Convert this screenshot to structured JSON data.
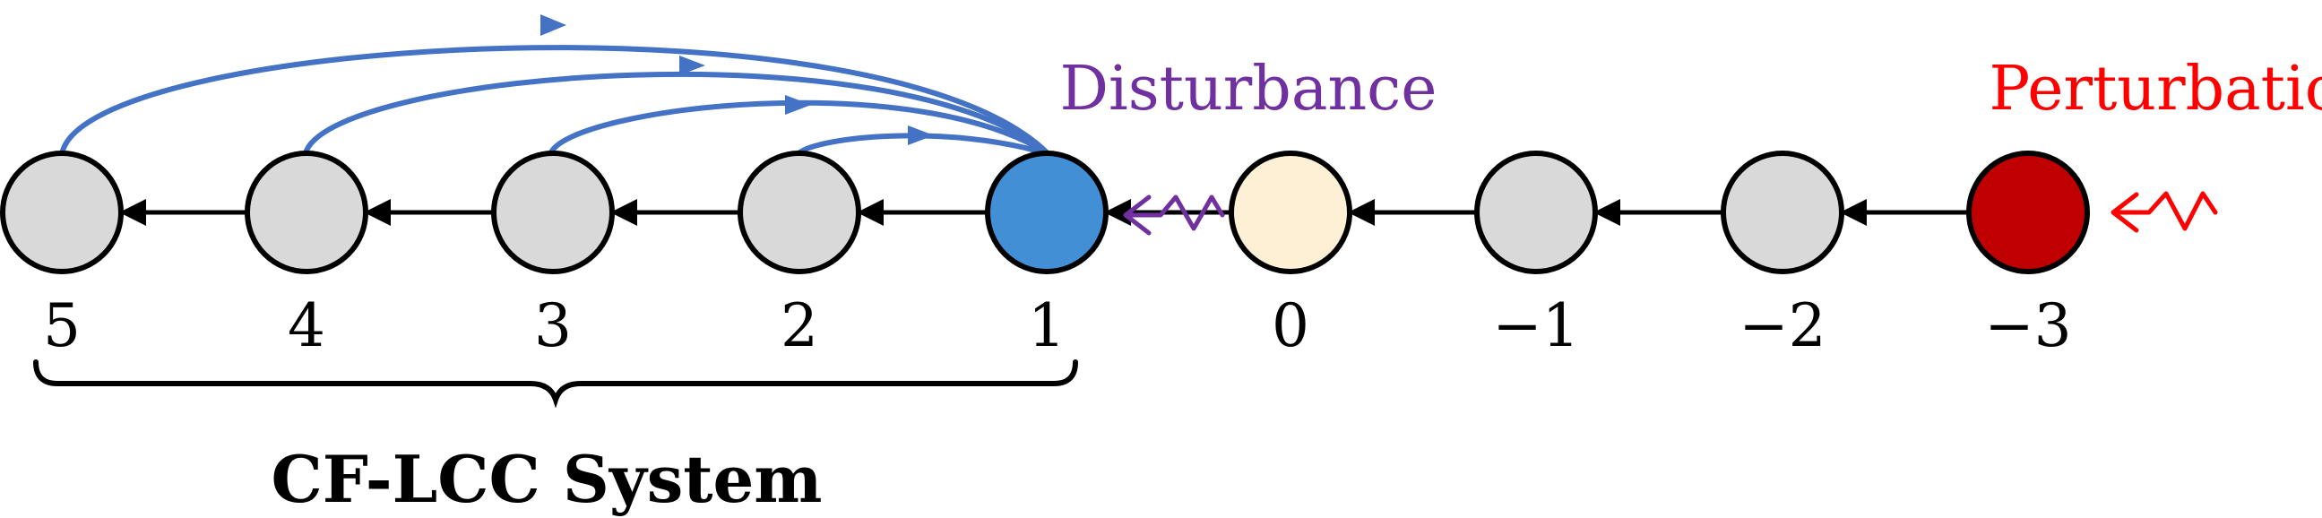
{
  "nodes": [
    {
      "id": "5",
      "label": "5",
      "role": "follower",
      "fill": "#d9d9d9"
    },
    {
      "id": "4",
      "label": "4",
      "role": "follower",
      "fill": "#d9d9d9"
    },
    {
      "id": "3",
      "label": "3",
      "role": "follower",
      "fill": "#d9d9d9"
    },
    {
      "id": "2",
      "label": "2",
      "role": "follower",
      "fill": "#d9d9d9"
    },
    {
      "id": "1",
      "label": "1",
      "role": "ego",
      "fill": "#428fd6"
    },
    {
      "id": "0",
      "label": "0",
      "role": "head",
      "fill": "#fdf0d5"
    },
    {
      "id": "m1",
      "label": "−1",
      "role": "preceding",
      "fill": "#d9d9d9"
    },
    {
      "id": "m2",
      "label": "−2",
      "role": "preceding",
      "fill": "#d9d9d9"
    },
    {
      "id": "m3",
      "label": "−3",
      "role": "perturbed",
      "fill": "#c00000"
    }
  ],
  "labels": {
    "disturbance": "Disturbance",
    "perturbation": "Perturbation",
    "system": "CF-LCC System"
  },
  "colors": {
    "disturbance": "#7030a0",
    "perturbation": "#ff0000",
    "feedback_arrows": "#4472c4",
    "chain_arrows": "#000000"
  },
  "icons": {
    "disturbance": "squiggle-arrow-icon",
    "perturbation": "squiggle-arrow-icon"
  }
}
